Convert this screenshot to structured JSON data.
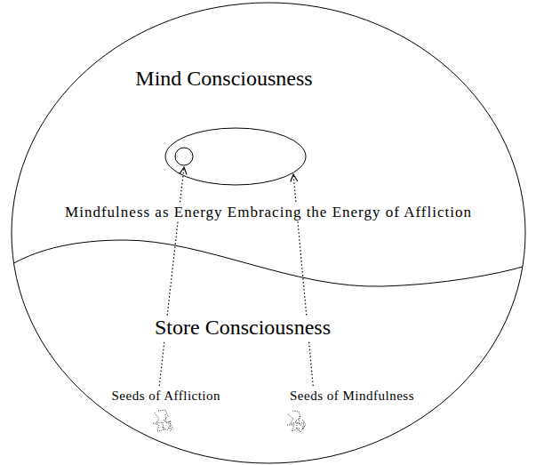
{
  "diagram": {
    "nodes": [
      {
        "text": [
          "Mind Consciousness"
        ]
      },
      {
        "text": [
          "Mindfulness as Energy Embracing the Energy of Affliction"
        ],
        "in": 0
      },
      {
        "text": [
          "Store Consciousness"
        ]
      },
      {
        "text": [
          "Seeds of Affliction"
        ],
        "in": 2
      },
      {
        "text": [
          "Seeds of Mindfulness"
        ],
        "in": 2
      }
    ],
    "edges": [
      {
        "from": 3,
        "to": 1,
        "arrow": "to"
      },
      {
        "from": 4,
        "to": 1,
        "arrow": "to"
      }
    ]
  }
}
